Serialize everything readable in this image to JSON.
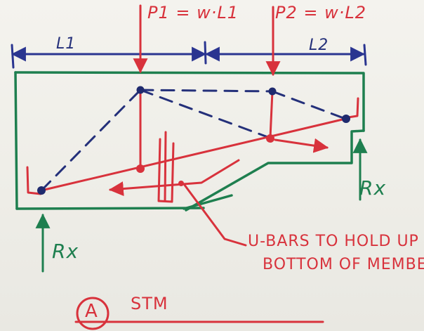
{
  "labels": {
    "p1": "P1 = w·L1",
    "p2": "P2 = w·L2",
    "l1": "L1",
    "l2": "L2",
    "rx_left": "Rx",
    "rx_right": "Rx",
    "note_line1": "U-BARS TO HOLD UP",
    "note_line2": "BOTTOM OF MEMBER",
    "tag": "A",
    "title": "STM"
  },
  "colors": {
    "beam_outline": "#1e7f4f",
    "dimension": "#2a3590",
    "compression_strut": "#24307a",
    "tension_tie": "#d8323c",
    "loads": "#d8323c"
  }
}
